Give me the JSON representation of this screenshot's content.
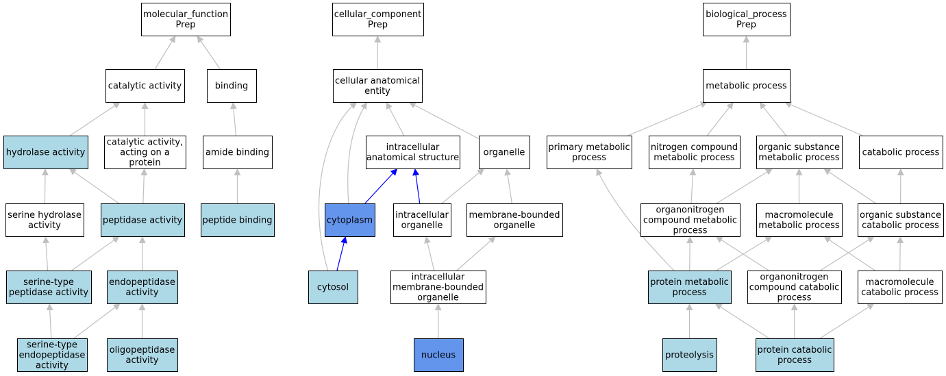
{
  "colors": {
    "plain": "#ffffff",
    "light": "#add8e6",
    "strong": "#6495ed",
    "edge_default": "#c0c0c0",
    "edge_highlight": "#0000ff"
  },
  "nodes": [
    {
      "id": "mf",
      "label": [
        "molecular_function",
        "Prep"
      ],
      "fill": "plain"
    },
    {
      "id": "cat",
      "label": [
        "catalytic activity"
      ],
      "fill": "plain"
    },
    {
      "id": "bind",
      "label": [
        "binding"
      ],
      "fill": "plain"
    },
    {
      "id": "hyd",
      "label": [
        "hydrolase activity"
      ],
      "fill": "light"
    },
    {
      "id": "catprot",
      "label": [
        "catalytic activity,",
        "acting on a",
        "protein"
      ],
      "fill": "plain"
    },
    {
      "id": "amide",
      "label": [
        "amide binding"
      ],
      "fill": "plain"
    },
    {
      "id": "serhyd",
      "label": [
        "serine hydrolase",
        "activity"
      ],
      "fill": "plain"
    },
    {
      "id": "pep",
      "label": [
        "peptidase activity"
      ],
      "fill": "light"
    },
    {
      "id": "pepbind",
      "label": [
        "peptide binding"
      ],
      "fill": "light"
    },
    {
      "id": "serpep",
      "label": [
        "serine-type",
        "peptidase activity"
      ],
      "fill": "light"
    },
    {
      "id": "endo",
      "label": [
        "endopeptidase",
        "activity"
      ],
      "fill": "light"
    },
    {
      "id": "serendo",
      "label": [
        "serine-type",
        "endopeptidase",
        "activity"
      ],
      "fill": "light"
    },
    {
      "id": "oligo",
      "label": [
        "oligopeptidase",
        "activity"
      ],
      "fill": "light"
    },
    {
      "id": "cc",
      "label": [
        "cellular_component",
        "Prep"
      ],
      "fill": "plain"
    },
    {
      "id": "cae",
      "label": [
        "cellular anatomical",
        "entity"
      ],
      "fill": "plain"
    },
    {
      "id": "ias",
      "label": [
        "intracellular",
        "anatomical structure"
      ],
      "fill": "plain"
    },
    {
      "id": "organelle",
      "label": [
        "organelle"
      ],
      "fill": "plain"
    },
    {
      "id": "cytoplasm",
      "label": [
        "cytoplasm"
      ],
      "fill": "strong"
    },
    {
      "id": "intorg",
      "label": [
        "intracellular",
        "organelle"
      ],
      "fill": "plain"
    },
    {
      "id": "mbo",
      "label": [
        "membrane-bounded",
        "organelle"
      ],
      "fill": "plain"
    },
    {
      "id": "cytosol",
      "label": [
        "cytosol"
      ],
      "fill": "light"
    },
    {
      "id": "imbo",
      "label": [
        "intracellular",
        "membrane-bounded",
        "organelle"
      ],
      "fill": "plain"
    },
    {
      "id": "nucleus",
      "label": [
        "nucleus"
      ],
      "fill": "strong"
    },
    {
      "id": "bp",
      "label": [
        "biological_process",
        "Prep"
      ],
      "fill": "plain"
    },
    {
      "id": "metab",
      "label": [
        "metabolic process"
      ],
      "fill": "plain"
    },
    {
      "id": "pmp",
      "label": [
        "primary metabolic",
        "process"
      ],
      "fill": "plain"
    },
    {
      "id": "ncmp",
      "label": [
        "nitrogen compound",
        "metabolic process"
      ],
      "fill": "plain"
    },
    {
      "id": "osmp",
      "label": [
        "organic substance",
        "metabolic process"
      ],
      "fill": "plain"
    },
    {
      "id": "catab",
      "label": [
        "catabolic process"
      ],
      "fill": "plain"
    },
    {
      "id": "oncmp",
      "label": [
        "organonitrogen",
        "compound metabolic",
        "process"
      ],
      "fill": "plain"
    },
    {
      "id": "mmp",
      "label": [
        "macromolecule",
        "metabolic process"
      ],
      "fill": "plain"
    },
    {
      "id": "oscp",
      "label": [
        "organic substance",
        "catabolic process"
      ],
      "fill": "plain"
    },
    {
      "id": "protmet",
      "label": [
        "protein metabolic",
        "process"
      ],
      "fill": "light"
    },
    {
      "id": "onccp",
      "label": [
        "organonitrogen",
        "compound catabolic",
        "process"
      ],
      "fill": "plain"
    },
    {
      "id": "mcp",
      "label": [
        "macromolecule",
        "catabolic process"
      ],
      "fill": "plain"
    },
    {
      "id": "proteo",
      "label": [
        "proteolysis"
      ],
      "fill": "light"
    },
    {
      "id": "protcat",
      "label": [
        "protein catabolic",
        "process"
      ],
      "fill": "light"
    }
  ],
  "edges": [
    {
      "from": "cat",
      "to": "mf"
    },
    {
      "from": "bind",
      "to": "mf"
    },
    {
      "from": "hyd",
      "to": "cat"
    },
    {
      "from": "catprot",
      "to": "cat"
    },
    {
      "from": "amide",
      "to": "bind"
    },
    {
      "from": "serhyd",
      "to": "hyd"
    },
    {
      "from": "pep",
      "to": "hyd"
    },
    {
      "from": "pep",
      "to": "catprot"
    },
    {
      "from": "pepbind",
      "to": "amide"
    },
    {
      "from": "serpep",
      "to": "serhyd"
    },
    {
      "from": "serpep",
      "to": "pep"
    },
    {
      "from": "endo",
      "to": "pep"
    },
    {
      "from": "serendo",
      "to": "serpep"
    },
    {
      "from": "serendo",
      "to": "endo"
    },
    {
      "from": "oligo",
      "to": "endo"
    },
    {
      "from": "cae",
      "to": "cc"
    },
    {
      "from": "ias",
      "to": "cae"
    },
    {
      "from": "organelle",
      "to": "cae"
    },
    {
      "from": "cytoplasm",
      "to": "cae"
    },
    {
      "from": "cytosol",
      "to": "cae"
    },
    {
      "from": "cytoplasm",
      "to": "ias",
      "highlight": true
    },
    {
      "from": "intorg",
      "to": "ias",
      "highlight": true
    },
    {
      "from": "intorg",
      "to": "organelle"
    },
    {
      "from": "mbo",
      "to": "organelle"
    },
    {
      "from": "cytosol",
      "to": "cytoplasm",
      "highlight": true
    },
    {
      "from": "imbo",
      "to": "intorg"
    },
    {
      "from": "imbo",
      "to": "mbo"
    },
    {
      "from": "nucleus",
      "to": "imbo"
    },
    {
      "from": "metab",
      "to": "bp"
    },
    {
      "from": "pmp",
      "to": "metab"
    },
    {
      "from": "ncmp",
      "to": "metab"
    },
    {
      "from": "osmp",
      "to": "metab"
    },
    {
      "from": "catab",
      "to": "metab"
    },
    {
      "from": "oncmp",
      "to": "ncmp"
    },
    {
      "from": "oncmp",
      "to": "osmp"
    },
    {
      "from": "mmp",
      "to": "osmp"
    },
    {
      "from": "oscp",
      "to": "osmp"
    },
    {
      "from": "oscp",
      "to": "catab"
    },
    {
      "from": "protmet",
      "to": "pmp"
    },
    {
      "from": "protmet",
      "to": "oncmp"
    },
    {
      "from": "protmet",
      "to": "mmp"
    },
    {
      "from": "onccp",
      "to": "oncmp"
    },
    {
      "from": "onccp",
      "to": "oscp"
    },
    {
      "from": "mcp",
      "to": "mmp"
    },
    {
      "from": "mcp",
      "to": "oscp"
    },
    {
      "from": "proteo",
      "to": "protmet"
    },
    {
      "from": "protcat",
      "to": "protmet"
    },
    {
      "from": "protcat",
      "to": "onccp"
    },
    {
      "from": "protcat",
      "to": "mcp"
    }
  ]
}
